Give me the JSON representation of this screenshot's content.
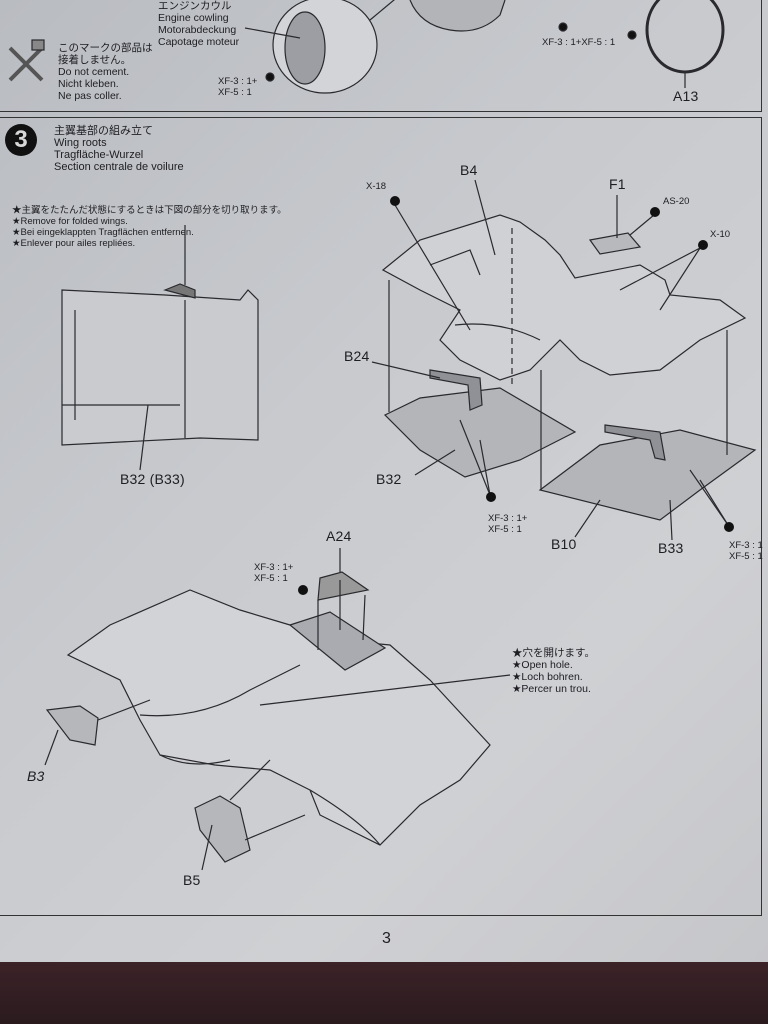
{
  "top_panel": {
    "engine_cowling": [
      "エンジンカウル",
      "Engine cowling",
      "Motorabdeckung",
      "Capotage moteur"
    ],
    "no_cement": [
      "このマークの部品は",
      "接着しません。",
      "Do not cement.",
      "Nicht kleben.",
      "Ne pas coller."
    ],
    "paint_left": [
      "XF-3 : 1+",
      "XF-5 : 1"
    ],
    "paint_right": "XF-3 : 1+XF-5 : 1",
    "part_a13": "A13"
  },
  "step": {
    "number": "3",
    "title": [
      "主翼基部の組み立て",
      "Wing roots",
      "Tragfläche-Wurzel",
      "Section centrale de voilure"
    ],
    "note": [
      "★主翼をたたんだ状態にするときは下図の部分を切り取ります。",
      "★Remove for folded wings.",
      "★Bei eingeklappten Tragflächen entfernen.",
      "★Enlever pour ailes repliées."
    ],
    "parts": {
      "b32_b33": "B32 (B33)",
      "b4": "B4",
      "f1": "F1",
      "b24": "B24",
      "b32": "B32",
      "b10": "B10",
      "b33": "B33",
      "a24": "A24",
      "b3": "B3",
      "b5": "B5"
    },
    "paints": {
      "x18": "X-18",
      "as20": "AS-20",
      "x10": "X-10",
      "mix_center": [
        "XF-3 : 1+",
        "XF-5 : 1"
      ],
      "mix_right": [
        "XF-3 : 1",
        "XF-5 : 1"
      ],
      "mix_a24": [
        "XF-3 : 1+",
        "XF-5 : 1"
      ]
    },
    "hole_note": [
      "★穴を開けます。",
      "★Open hole.",
      "★Loch bohren.",
      "★Percer un trou."
    ]
  },
  "page_number": "3"
}
